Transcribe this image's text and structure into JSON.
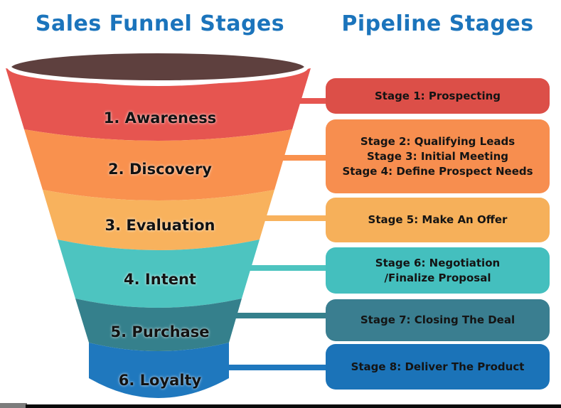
{
  "titles": {
    "left": "Sales Funnel Stages",
    "right": "Pipeline Stages",
    "color": "#1B74BC"
  },
  "funnel": {
    "top_color": "#5E403E",
    "stages": [
      {
        "label": "1. Awareness",
        "color": "#E65550"
      },
      {
        "label": "2. Discovery",
        "color": "#F9914E"
      },
      {
        "label": "3. Evaluation",
        "color": "#F8B25D"
      },
      {
        "label": "4. Intent",
        "color": "#4DC4C0"
      },
      {
        "label": "5. Purchase",
        "color": "#35808C"
      },
      {
        "label": "6. Loyalty",
        "color": "#1F78BE"
      }
    ]
  },
  "pipeline": {
    "boxes": [
      {
        "lines": [
          "Stage 1: Prospecting"
        ],
        "color": "#DC4F48"
      },
      {
        "lines": [
          "Stage 2: Qualifying Leads",
          "Stage  3:  Initial  Meeting",
          "Stage 4: Define Prospect Needs"
        ],
        "color": "#F78E4F"
      },
      {
        "lines": [
          "Stage 5: Make An Offer"
        ],
        "color": "#F6B05A"
      },
      {
        "lines": [
          "Stage 6: Negotiation",
          "/Finalize Proposal"
        ],
        "color": "#44BFBE"
      },
      {
        "lines": [
          "Stage 7: Closing The Deal"
        ],
        "color": "#3A7E90"
      },
      {
        "lines": [
          "Stage 8: Deliver The Product"
        ],
        "color": "#1B73B8"
      }
    ]
  }
}
